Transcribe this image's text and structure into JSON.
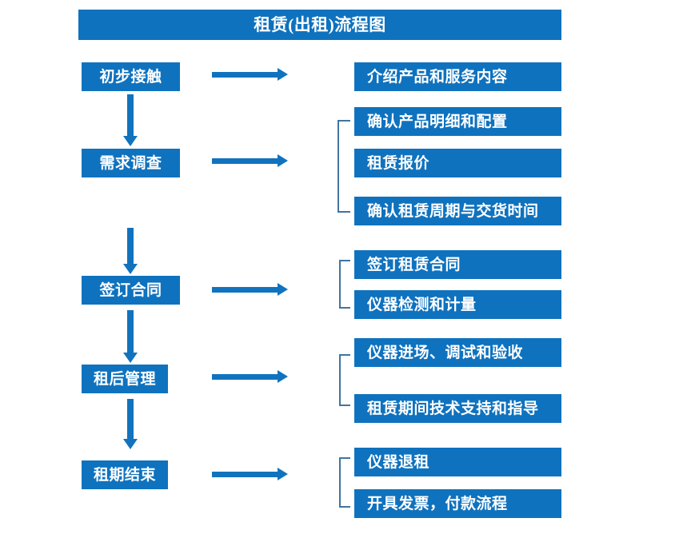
{
  "title": "租赁(出租)流程图",
  "colors": {
    "box_fill": "#0F72BE",
    "box_text": "#FFFFFF",
    "arrow": "#1173BE",
    "bracket": "#40749F",
    "background": "#FFFFFF"
  },
  "stages": [
    {
      "id": "stage-1",
      "label": "初步接触",
      "details": [
        "介绍产品和服务内容"
      ],
      "has_bracket": false
    },
    {
      "id": "stage-2",
      "label": "需求调查",
      "details": [
        "确认产品明细和配置",
        "租赁报价",
        "确认租赁周期与交货时间"
      ],
      "has_bracket": true
    },
    {
      "id": "stage-3",
      "label": "签订合同",
      "details": [
        "签订租赁合同",
        "仪器检测和计量"
      ],
      "has_bracket": true
    },
    {
      "id": "stage-4",
      "label": "租后管理",
      "details": [
        "仪器进场、调试和验收",
        "租赁期间技术支持和指导"
      ],
      "has_bracket": true
    },
    {
      "id": "stage-5",
      "label": "租期结束",
      "details": [
        "仪器退租",
        "开具发票，付款流程"
      ],
      "has_bracket": true
    }
  ]
}
